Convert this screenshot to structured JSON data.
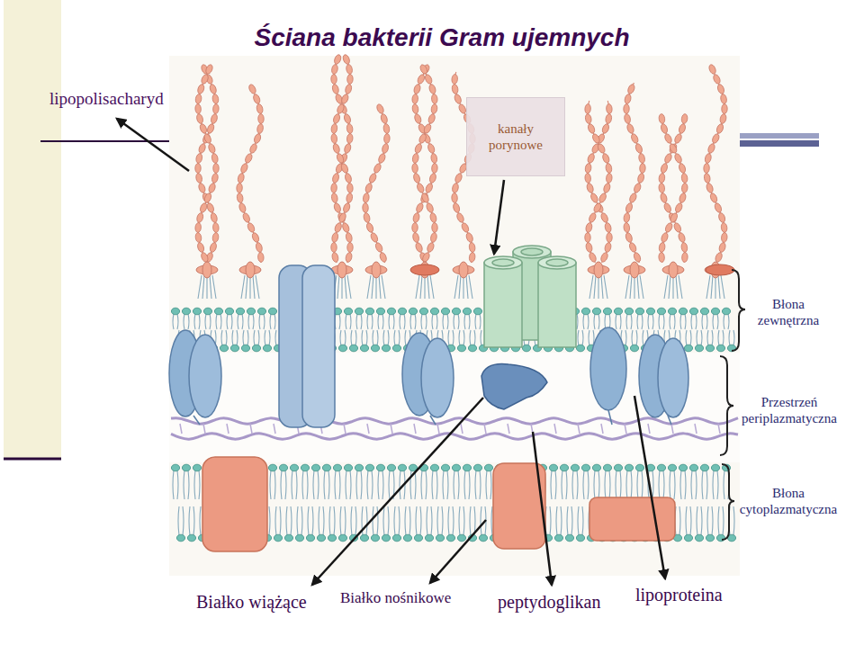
{
  "diagram": {
    "title": "Ściana bakterii Gram ujemnych",
    "nodes": [
      {
        "text": [
          "kanały porynowe"
        ]
      }
    ],
    "labels": [
      "lipopolisacharyd",
      "Błona zewnętrzna",
      "Przestrzeń periplazmatyczna",
      "Błona cytoplazmatyczna",
      "Białko wiążące",
      "Białko nośnikowe",
      "peptydoglikan",
      "lipoproteina"
    ]
  }
}
